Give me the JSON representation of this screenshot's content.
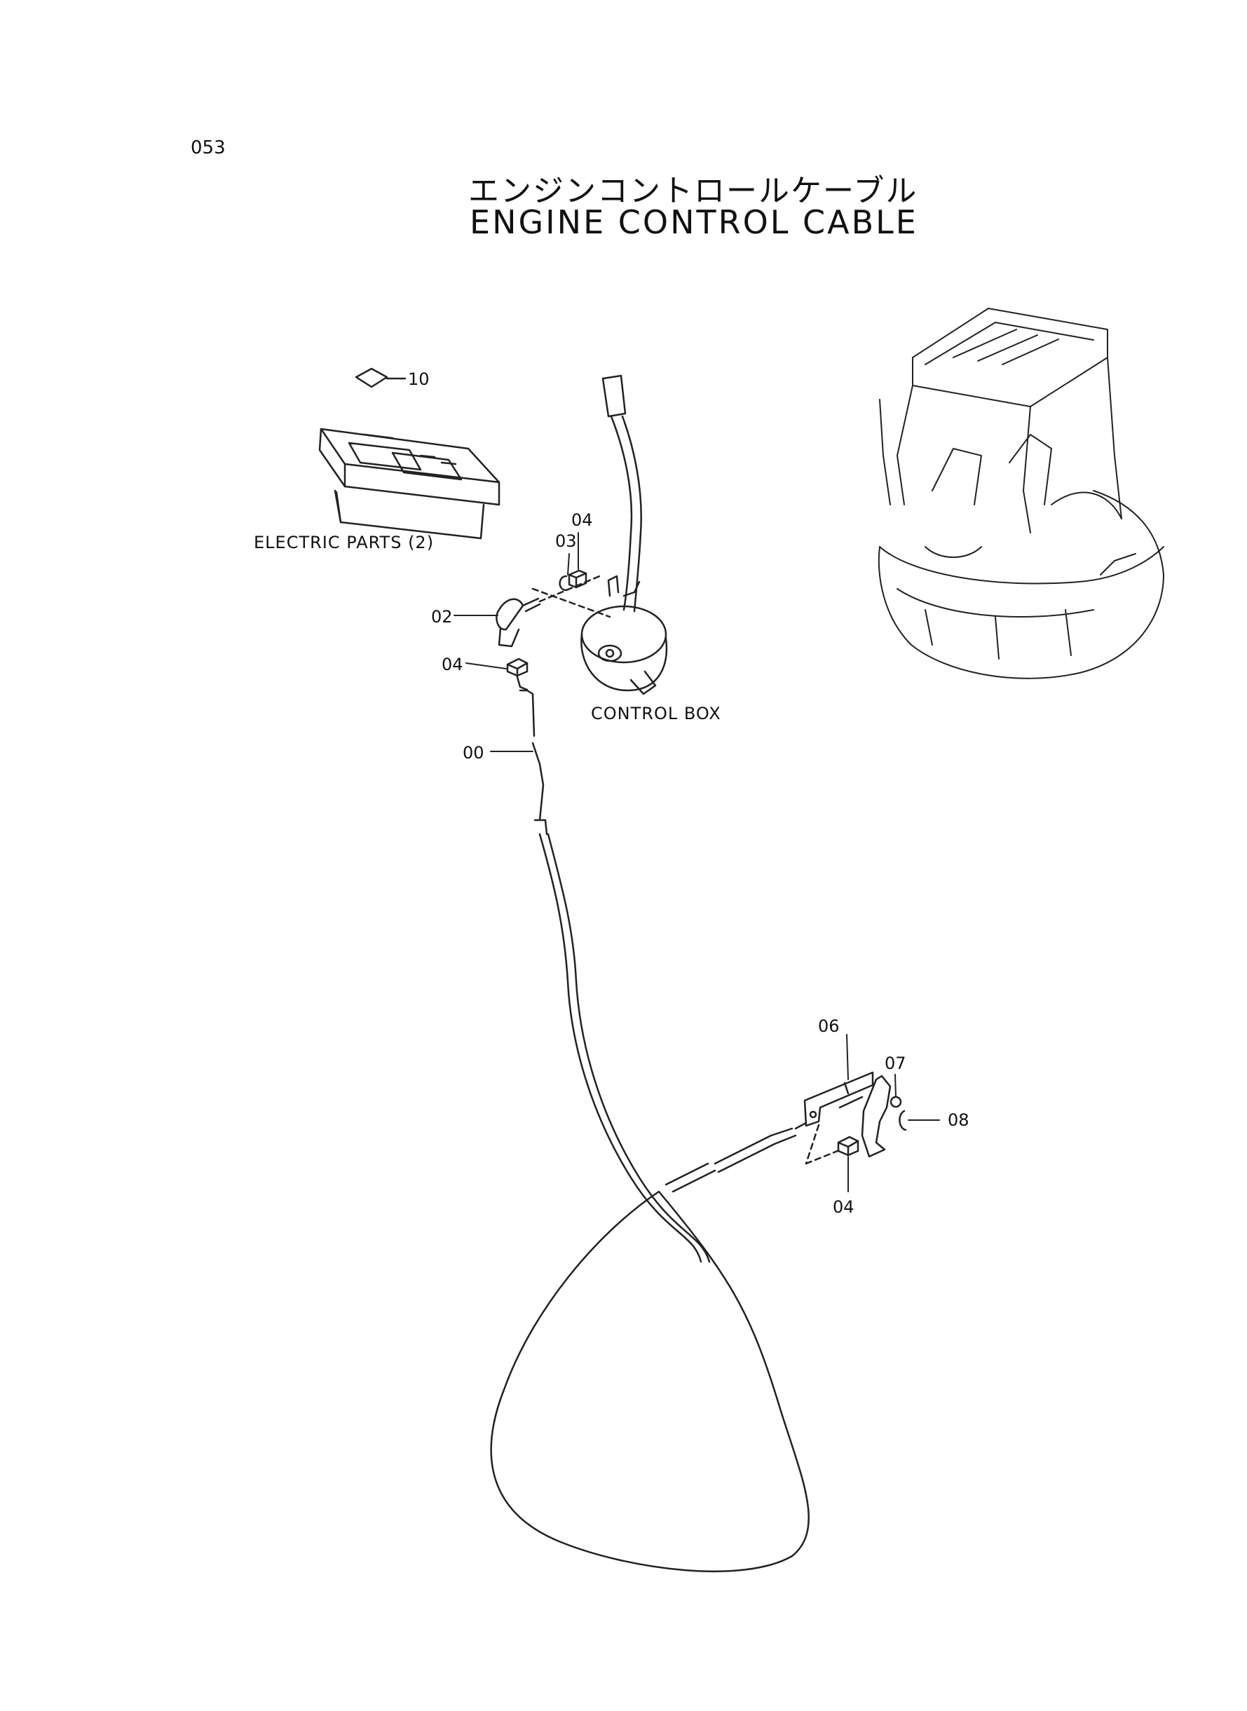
{
  "page_number": "053",
  "title_jp": "エンジンコントロールケーブル",
  "title_en": "ENGINE CONTROL CABLE",
  "assembly_labels": {
    "electric_parts": "ELECTRIC PARTS (2)",
    "control_box": "CONTROL BOX"
  },
  "callouts": {
    "c10": "10",
    "c04_top": "04",
    "c03": "03",
    "c02": "02",
    "c04_left": "04",
    "c00": "00",
    "c06": "06",
    "c07": "07",
    "c08": "08",
    "c04_bottom": "04"
  }
}
